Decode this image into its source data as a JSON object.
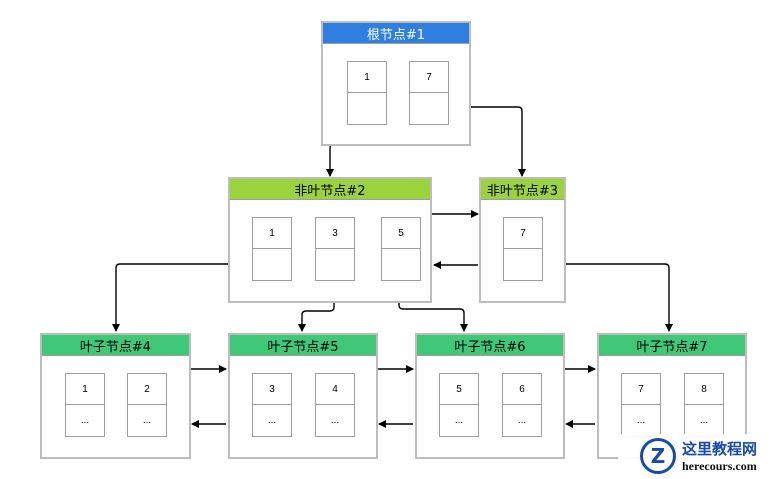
{
  "nodes": {
    "root": {
      "title": "根节点#1",
      "keys": [
        "1",
        "7"
      ]
    },
    "nonleaf2": {
      "title": "非叶节点#2",
      "keys": [
        "1",
        "3",
        "5"
      ]
    },
    "nonleaf3": {
      "title": "非叶节点#3",
      "keys": [
        "7"
      ]
    },
    "leaf4": {
      "title": "叶子节点#4",
      "keys": [
        "1",
        "2"
      ],
      "rest": [
        "...",
        "..."
      ]
    },
    "leaf5": {
      "title": "叶子节点#5",
      "keys": [
        "3",
        "4"
      ],
      "rest": [
        "...",
        "..."
      ]
    },
    "leaf6": {
      "title": "叶子节点#6",
      "keys": [
        "5",
        "6"
      ],
      "rest": [
        "...",
        "..."
      ]
    },
    "leaf7": {
      "title": "叶子节点#7",
      "keys": [
        "7",
        "8"
      ],
      "rest": [
        "...",
        "..."
      ]
    }
  },
  "watermark": {
    "brand": "这里教程网",
    "domain": "herecours.com",
    "logo_letter": "Z"
  },
  "colors": {
    "root_header": "#2f7fe0",
    "nonleaf_header": "#9bd33c",
    "leaf_header": "#3ec878",
    "border": "#bdbdbd"
  }
}
